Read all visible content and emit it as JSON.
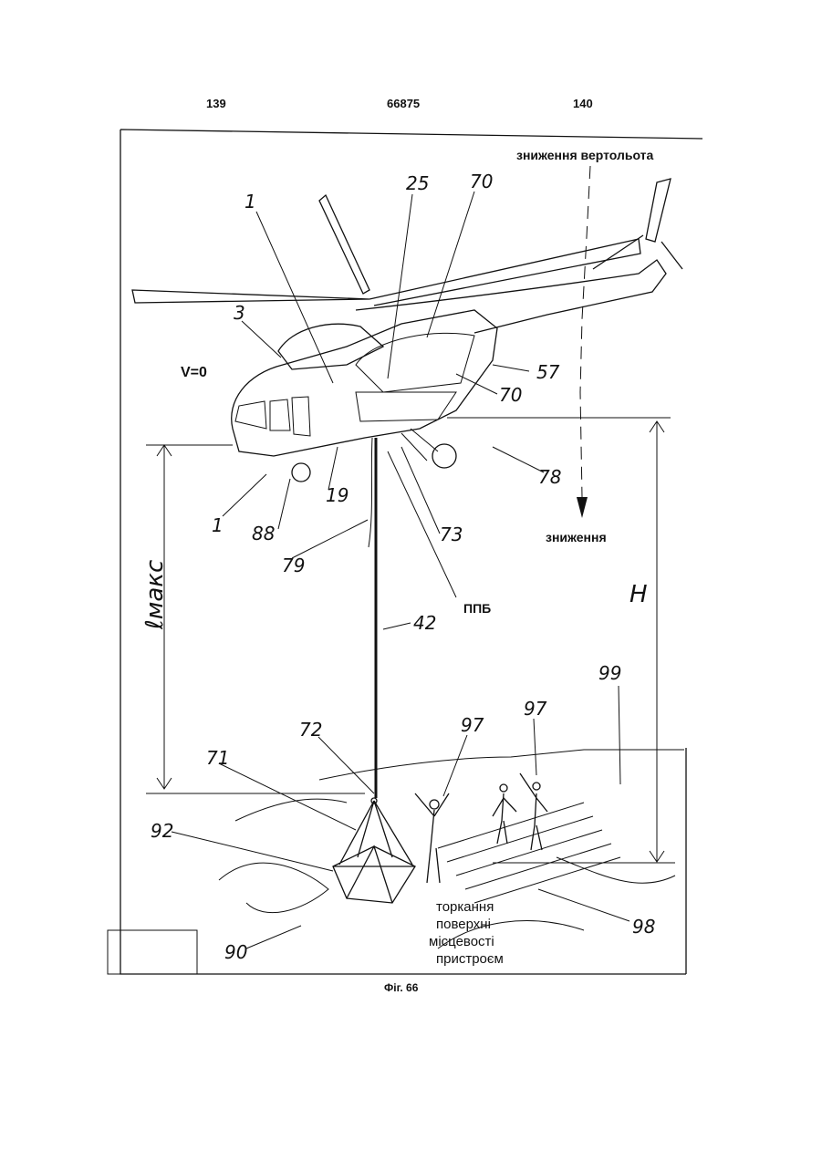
{
  "header": {
    "left": "139",
    "center": "66875",
    "right": "140"
  },
  "labels": {
    "descent_top": "зниження вертольота",
    "descent": "зниження",
    "v0": "V=0",
    "ppb": "ППБ",
    "contact": [
      "торкання",
      "поверхні",
      "місцевості",
      "пристроєм"
    ],
    "lmax": "ℓмакс",
    "h": "H"
  },
  "refs": [
    "1",
    "25",
    "70",
    "3",
    "57",
    "70",
    "78",
    "1",
    "19",
    "88",
    "73",
    "79",
    "42",
    "99",
    "97",
    "97",
    "72",
    "71",
    "92",
    "98",
    "90"
  ],
  "caption": "Фіг. 66"
}
